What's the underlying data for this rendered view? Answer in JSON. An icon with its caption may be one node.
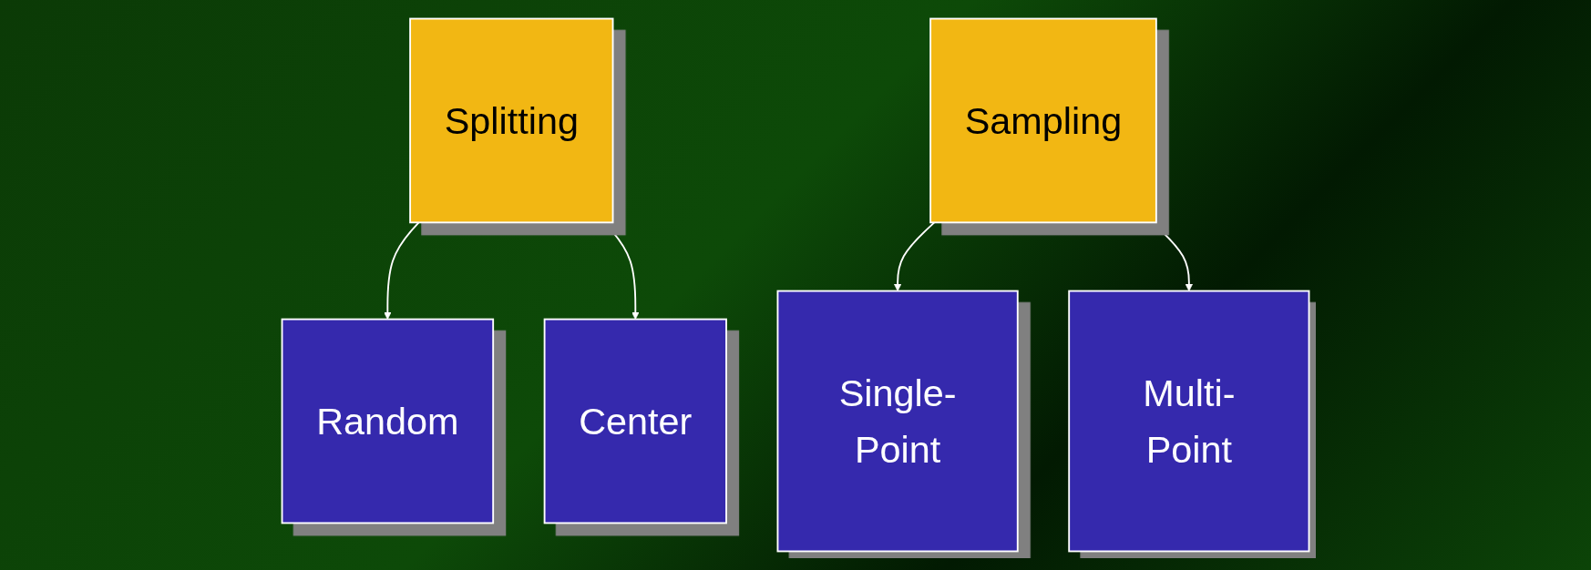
{
  "diagram": {
    "nodes": [
      {
        "text": [
          "Splitting"
        ]
      },
      {
        "text": [
          "Random"
        ]
      },
      {
        "text": [
          "Center"
        ]
      },
      {
        "text": [
          "Sampling"
        ]
      },
      {
        "text": [
          "Single-Point"
        ]
      },
      {
        "text": [
          "Multi-Point"
        ]
      }
    ],
    "edges": [
      {
        "from": 0,
        "to": 1,
        "arrow": "to"
      },
      {
        "from": 0,
        "to": 2,
        "arrow": "to"
      },
      {
        "from": 3,
        "to": 4,
        "arrow": "to"
      },
      {
        "from": 3,
        "to": 5,
        "arrow": "to"
      }
    ]
  }
}
